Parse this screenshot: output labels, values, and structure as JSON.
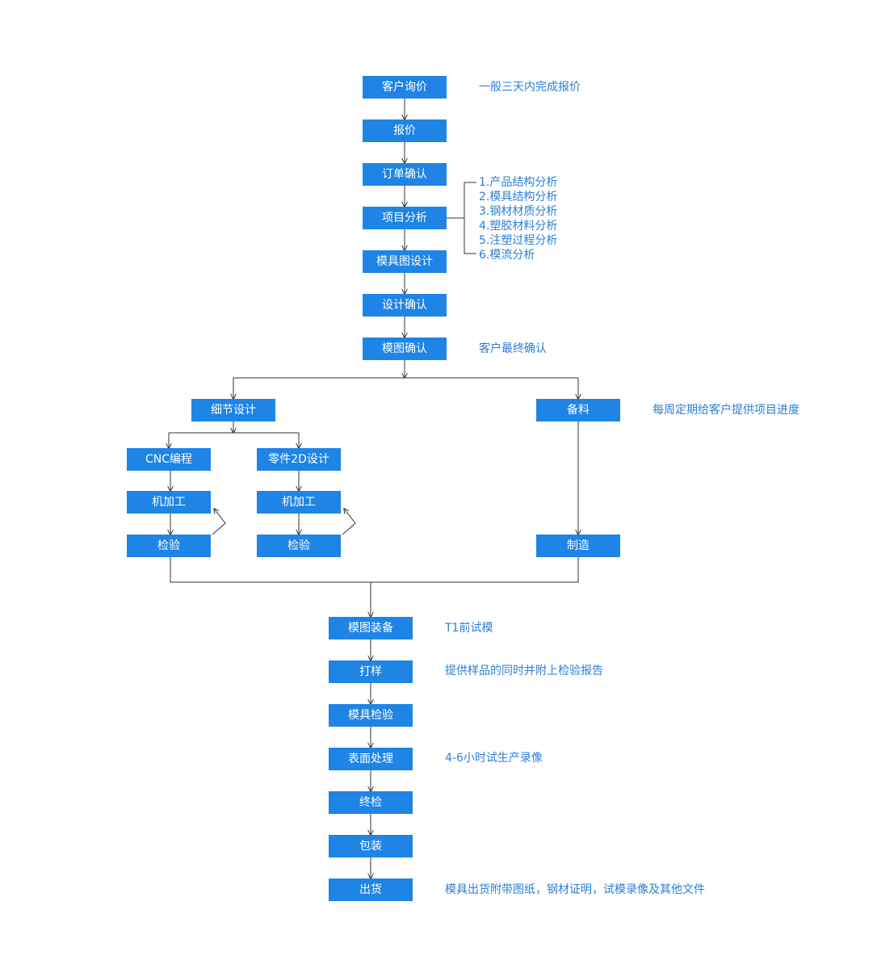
{
  "colors": {
    "box_fill": "#1e84e6",
    "box_text": "#ffffff",
    "note_text": "#2a7fd4",
    "connector": "#333333"
  },
  "steps": {
    "inquiry": "客户询价",
    "quote": "报价",
    "order_confirm": "订单确认",
    "project_analysis": "项目分析",
    "mold_design": "模具图设计",
    "design_confirm": "设计确认",
    "drawing_confirm": "模图确认",
    "detail_design": "细节设计",
    "material_prep": "备料",
    "cnc": "CNC编程",
    "parts_2d": "零件2D设计",
    "machining_a": "机加工",
    "machining_b": "机加工",
    "inspect_a": "检验",
    "inspect_b": "检验",
    "manufacture": "制造",
    "assembly": "模图装备",
    "sampling": "打样",
    "mold_inspect": "模具检验",
    "surface": "表面处理",
    "final_inspect": "终检",
    "packing": "包装",
    "shipping": "出货"
  },
  "notes": {
    "inquiry": "一般三天内完成报价",
    "analysis_items": [
      "1.产品结构分析",
      "2.模具结构分析",
      "3.钢材材质分析",
      "4.塑胶材料分析",
      "5.注塑过程分析",
      "6.模流分析"
    ],
    "drawing_confirm": "客户最终确认",
    "material_prep": "每周定期给客户提供项目进度",
    "assembly": "T1前试模",
    "sampling": "提供样品的同时并附上检验报告",
    "surface": "4-6小时试生产录像",
    "shipping": "模具出货附带图纸，钢材证明，试模录像及其他文件"
  }
}
